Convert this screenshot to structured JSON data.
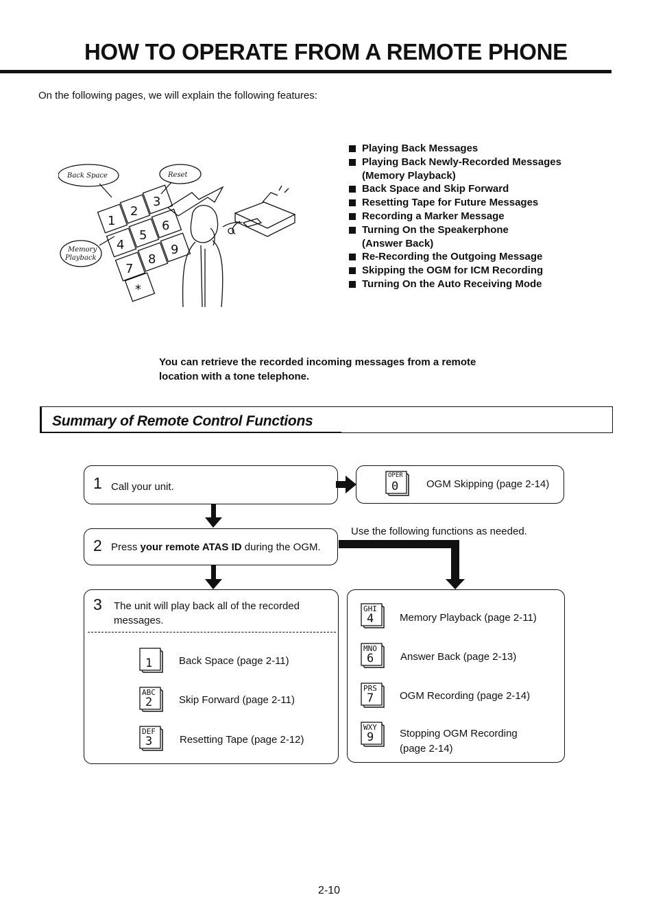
{
  "title": "HOW TO OPERATE FROM A REMOTE PHONE",
  "intro": "On the following pages, we will explain the following features:",
  "illustration": {
    "label_back_space": "Back Space",
    "label_reset": "Reset",
    "label_memory": "Memory",
    "label_playback": "Playback"
  },
  "features": [
    "Playing Back Messages",
    "Playing Back Newly-Recorded Messages",
    "(Memory Playback)",
    "Back Space and Skip Forward",
    "Resetting Tape for Future Messages",
    "Recording a Marker Message",
    "Turning On the Speakerphone",
    "(Answer Back)",
    "Re-Recording the Outgoing Message",
    "Skipping the OGM for ICM Recording",
    "Turning On the Auto Receiving Mode"
  ],
  "retrieve_note": "You can retrieve the recorded incoming messages from a remote location with a tone telephone.",
  "summary_title": "Summary of Remote Control Functions",
  "steps": {
    "step1": {
      "num": "1",
      "text": "Call your unit."
    },
    "step2": {
      "num": "2",
      "pre": "Press ",
      "bold": "your remote ATAS ID",
      "post": " during the OGM."
    },
    "step3": {
      "num": "3",
      "line1": "The unit will play back all of the recorded",
      "line2": "messages."
    }
  },
  "ogm_skip": {
    "key_letters": "OPER",
    "key_digit": "0",
    "text": "OGM Skipping (page 2-14)"
  },
  "use_following": "Use the following functions as needed.",
  "left_functions": [
    {
      "key_letters": "",
      "key_digit": "1",
      "text": "Back Space (page 2-11)"
    },
    {
      "key_letters": "ABC",
      "key_digit": "2",
      "text": "Skip Forward (page 2-11)"
    },
    {
      "key_letters": "DEF",
      "key_digit": "3",
      "text": "Resetting Tape (page 2-12)"
    }
  ],
  "right_functions": [
    {
      "key_letters": "GHI",
      "key_digit": "4",
      "text": "Memory Playback (page 2-11)",
      "text2": ""
    },
    {
      "key_letters": "MNO",
      "key_digit": "6",
      "text": "Answer Back (page 2-13)",
      "text2": ""
    },
    {
      "key_letters": "PRS",
      "key_digit": "7",
      "text": "OGM Recording (page 2-14)",
      "text2": ""
    },
    {
      "key_letters": "WXY",
      "key_digit": "9",
      "text": "Stopping OGM Recording",
      "text2": "(page 2-14)"
    }
  ],
  "page_number": "2-10"
}
